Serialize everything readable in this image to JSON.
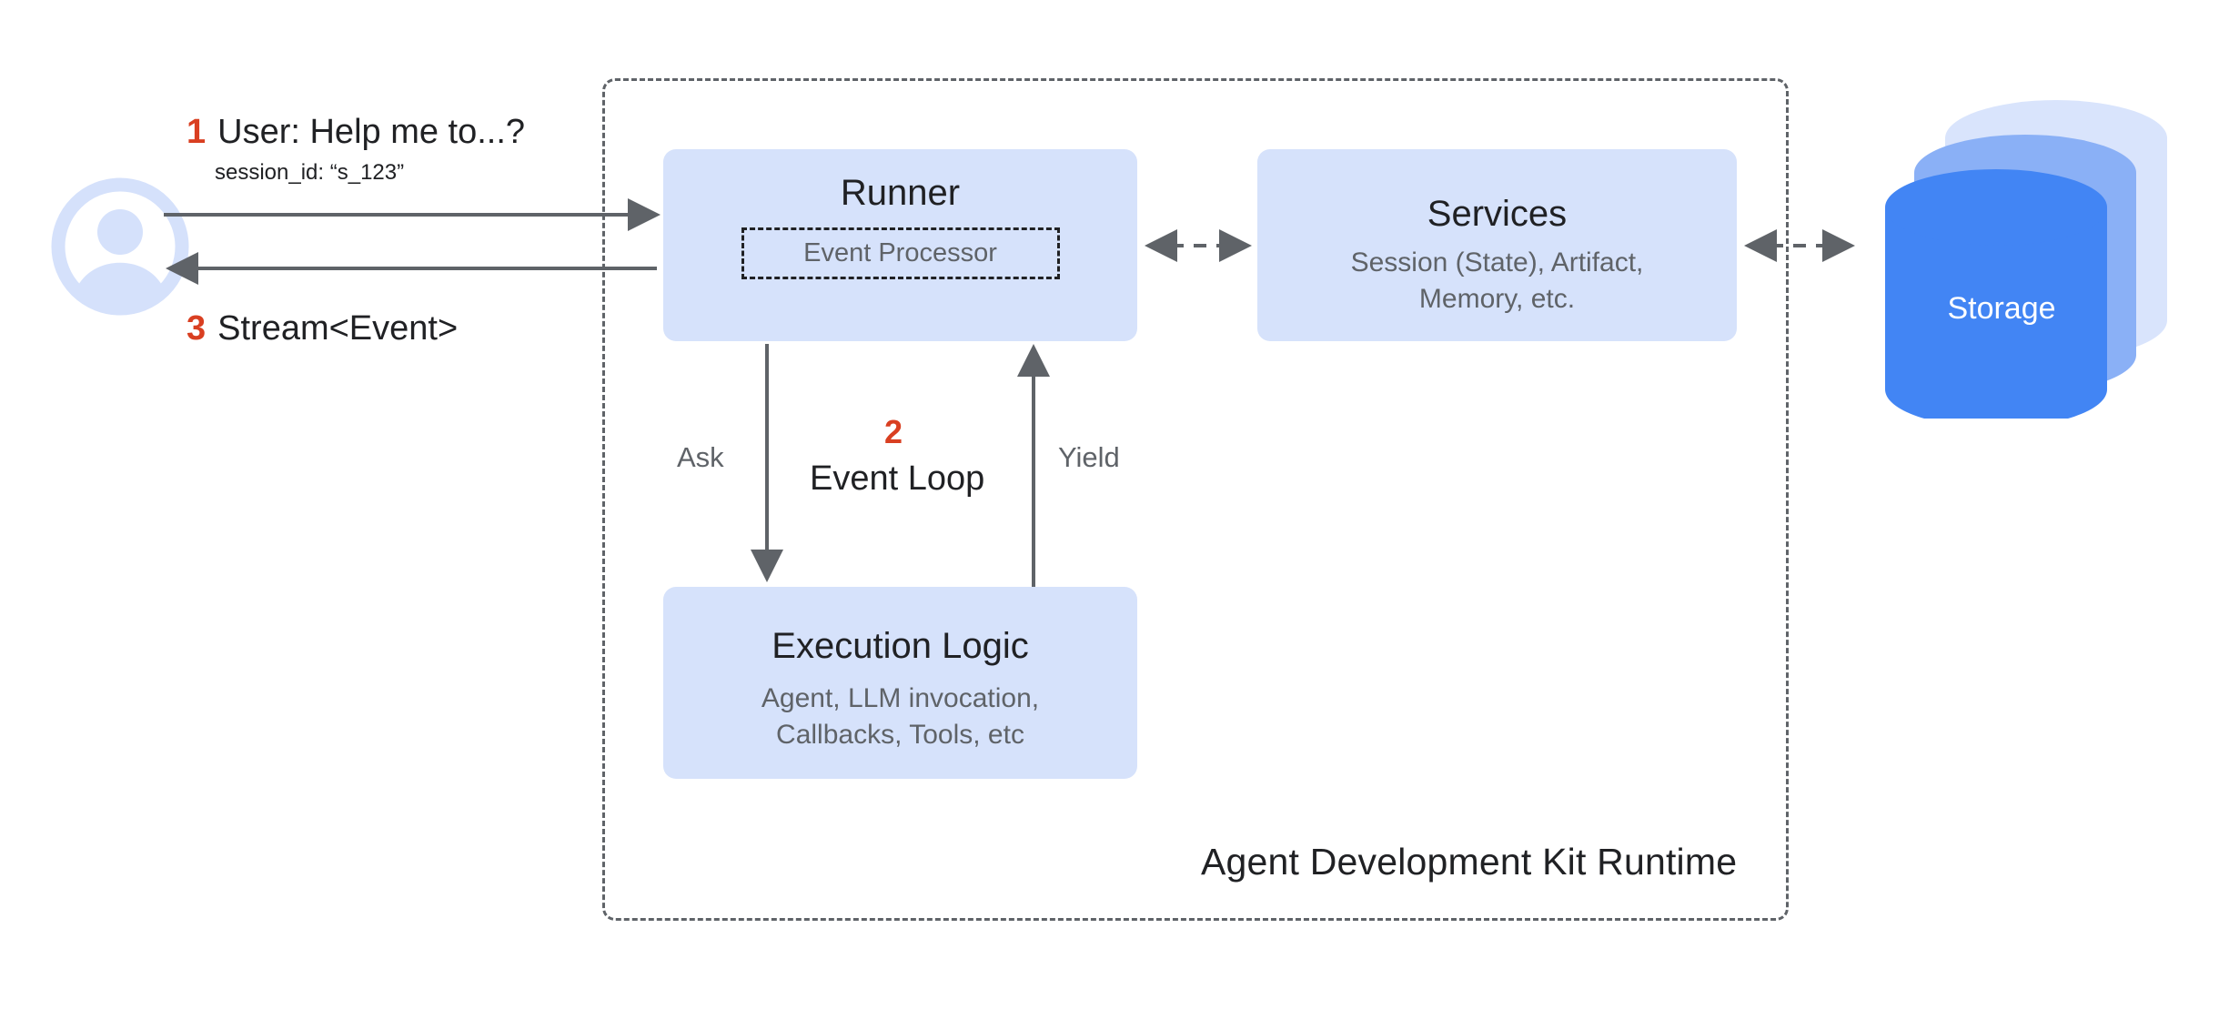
{
  "diagram": {
    "title": "Agent Development Kit Runtime",
    "colors": {
      "node_fill": "#d6e2fb",
      "storage_front": "#4285f4",
      "storage_mid": "#8ab0f6",
      "storage_back": "#d9e4fc",
      "accent_red": "#d93f21",
      "arrow_gray": "#5f6368",
      "text_primary": "#202124",
      "text_secondary": "#5f6368"
    }
  },
  "user": {
    "avatar_icon": "user-avatar-icon",
    "request": {
      "number": "1",
      "text": "User: Help me to...?",
      "detail": "session_id: “s_123”"
    },
    "response": {
      "number": "3",
      "text": "Stream<Event>"
    }
  },
  "nodes": {
    "runner": {
      "title": "Runner",
      "inner": "Event Processor"
    },
    "services": {
      "title": "Services",
      "subtitle": "Session (State), Artifact,\nMemory, etc."
    },
    "execution": {
      "title": "Execution Logic",
      "subtitle": "Agent, LLM invocation,\nCallbacks, Tools, etc"
    },
    "storage": {
      "label": "Storage"
    }
  },
  "loop": {
    "number": "2",
    "label": "Event Loop",
    "left_label": "Ask",
    "right_label": "Yield"
  },
  "edges": [
    {
      "name": "user-to-runner",
      "label": "",
      "style": "solid",
      "direction": "right"
    },
    {
      "name": "runner-to-user",
      "label": "",
      "style": "solid",
      "direction": "left"
    },
    {
      "name": "runner-to-execution",
      "label": "Ask",
      "style": "solid",
      "direction": "down"
    },
    {
      "name": "execution-to-runner",
      "label": "Yield",
      "style": "solid",
      "direction": "up"
    },
    {
      "name": "runner-services",
      "label": "",
      "style": "dashed",
      "direction": "both"
    },
    {
      "name": "services-storage",
      "label": "",
      "style": "dashed",
      "direction": "both"
    }
  ]
}
